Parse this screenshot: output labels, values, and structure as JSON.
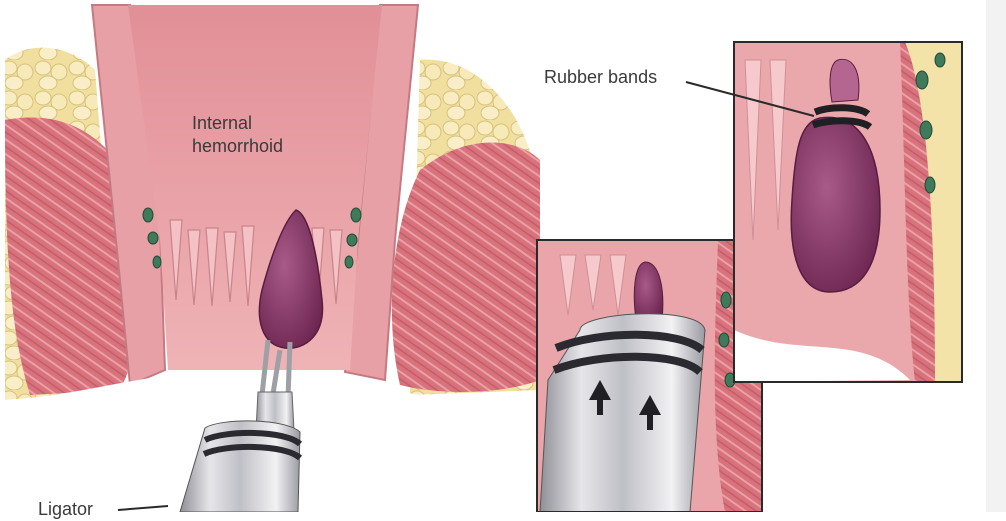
{
  "labels": {
    "internal_hemorrhoid": [
      "Internal",
      "hemorrhoid"
    ],
    "rubber_bands": "Rubber bands",
    "ligator": "Ligator"
  },
  "colors": {
    "mucosa": "#e9a4aa",
    "muscle": "#d9737d",
    "fat": "#f3e2a6",
    "hemorrhoid": "#8a3a6c",
    "band": "#2a2a30",
    "metal": "#c9c9cf",
    "background": "#ffffff"
  },
  "icons": [
    "up-arrow-icon",
    "up-arrow-icon"
  ]
}
